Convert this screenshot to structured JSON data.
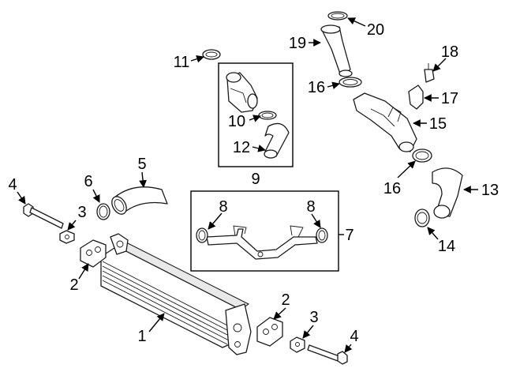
{
  "callouts": {
    "c1": "1",
    "c2a": "2",
    "c2b": "2",
    "c3a": "3",
    "c3b": "3",
    "c4a": "4",
    "c4b": "4",
    "c5": "5",
    "c6": "6",
    "c7": "7",
    "c8a": "8",
    "c8b": "8",
    "c9": "9",
    "c10": "10",
    "c11": "11",
    "c12": "12",
    "c13": "13",
    "c14": "14",
    "c15": "15",
    "c16a": "16",
    "c16b": "16",
    "c17": "17",
    "c18": "18",
    "c19": "19",
    "c20": "20"
  },
  "colors": {
    "line": "#1a1a1a",
    "background": "#ffffff",
    "shade": "#e9e9e9"
  }
}
